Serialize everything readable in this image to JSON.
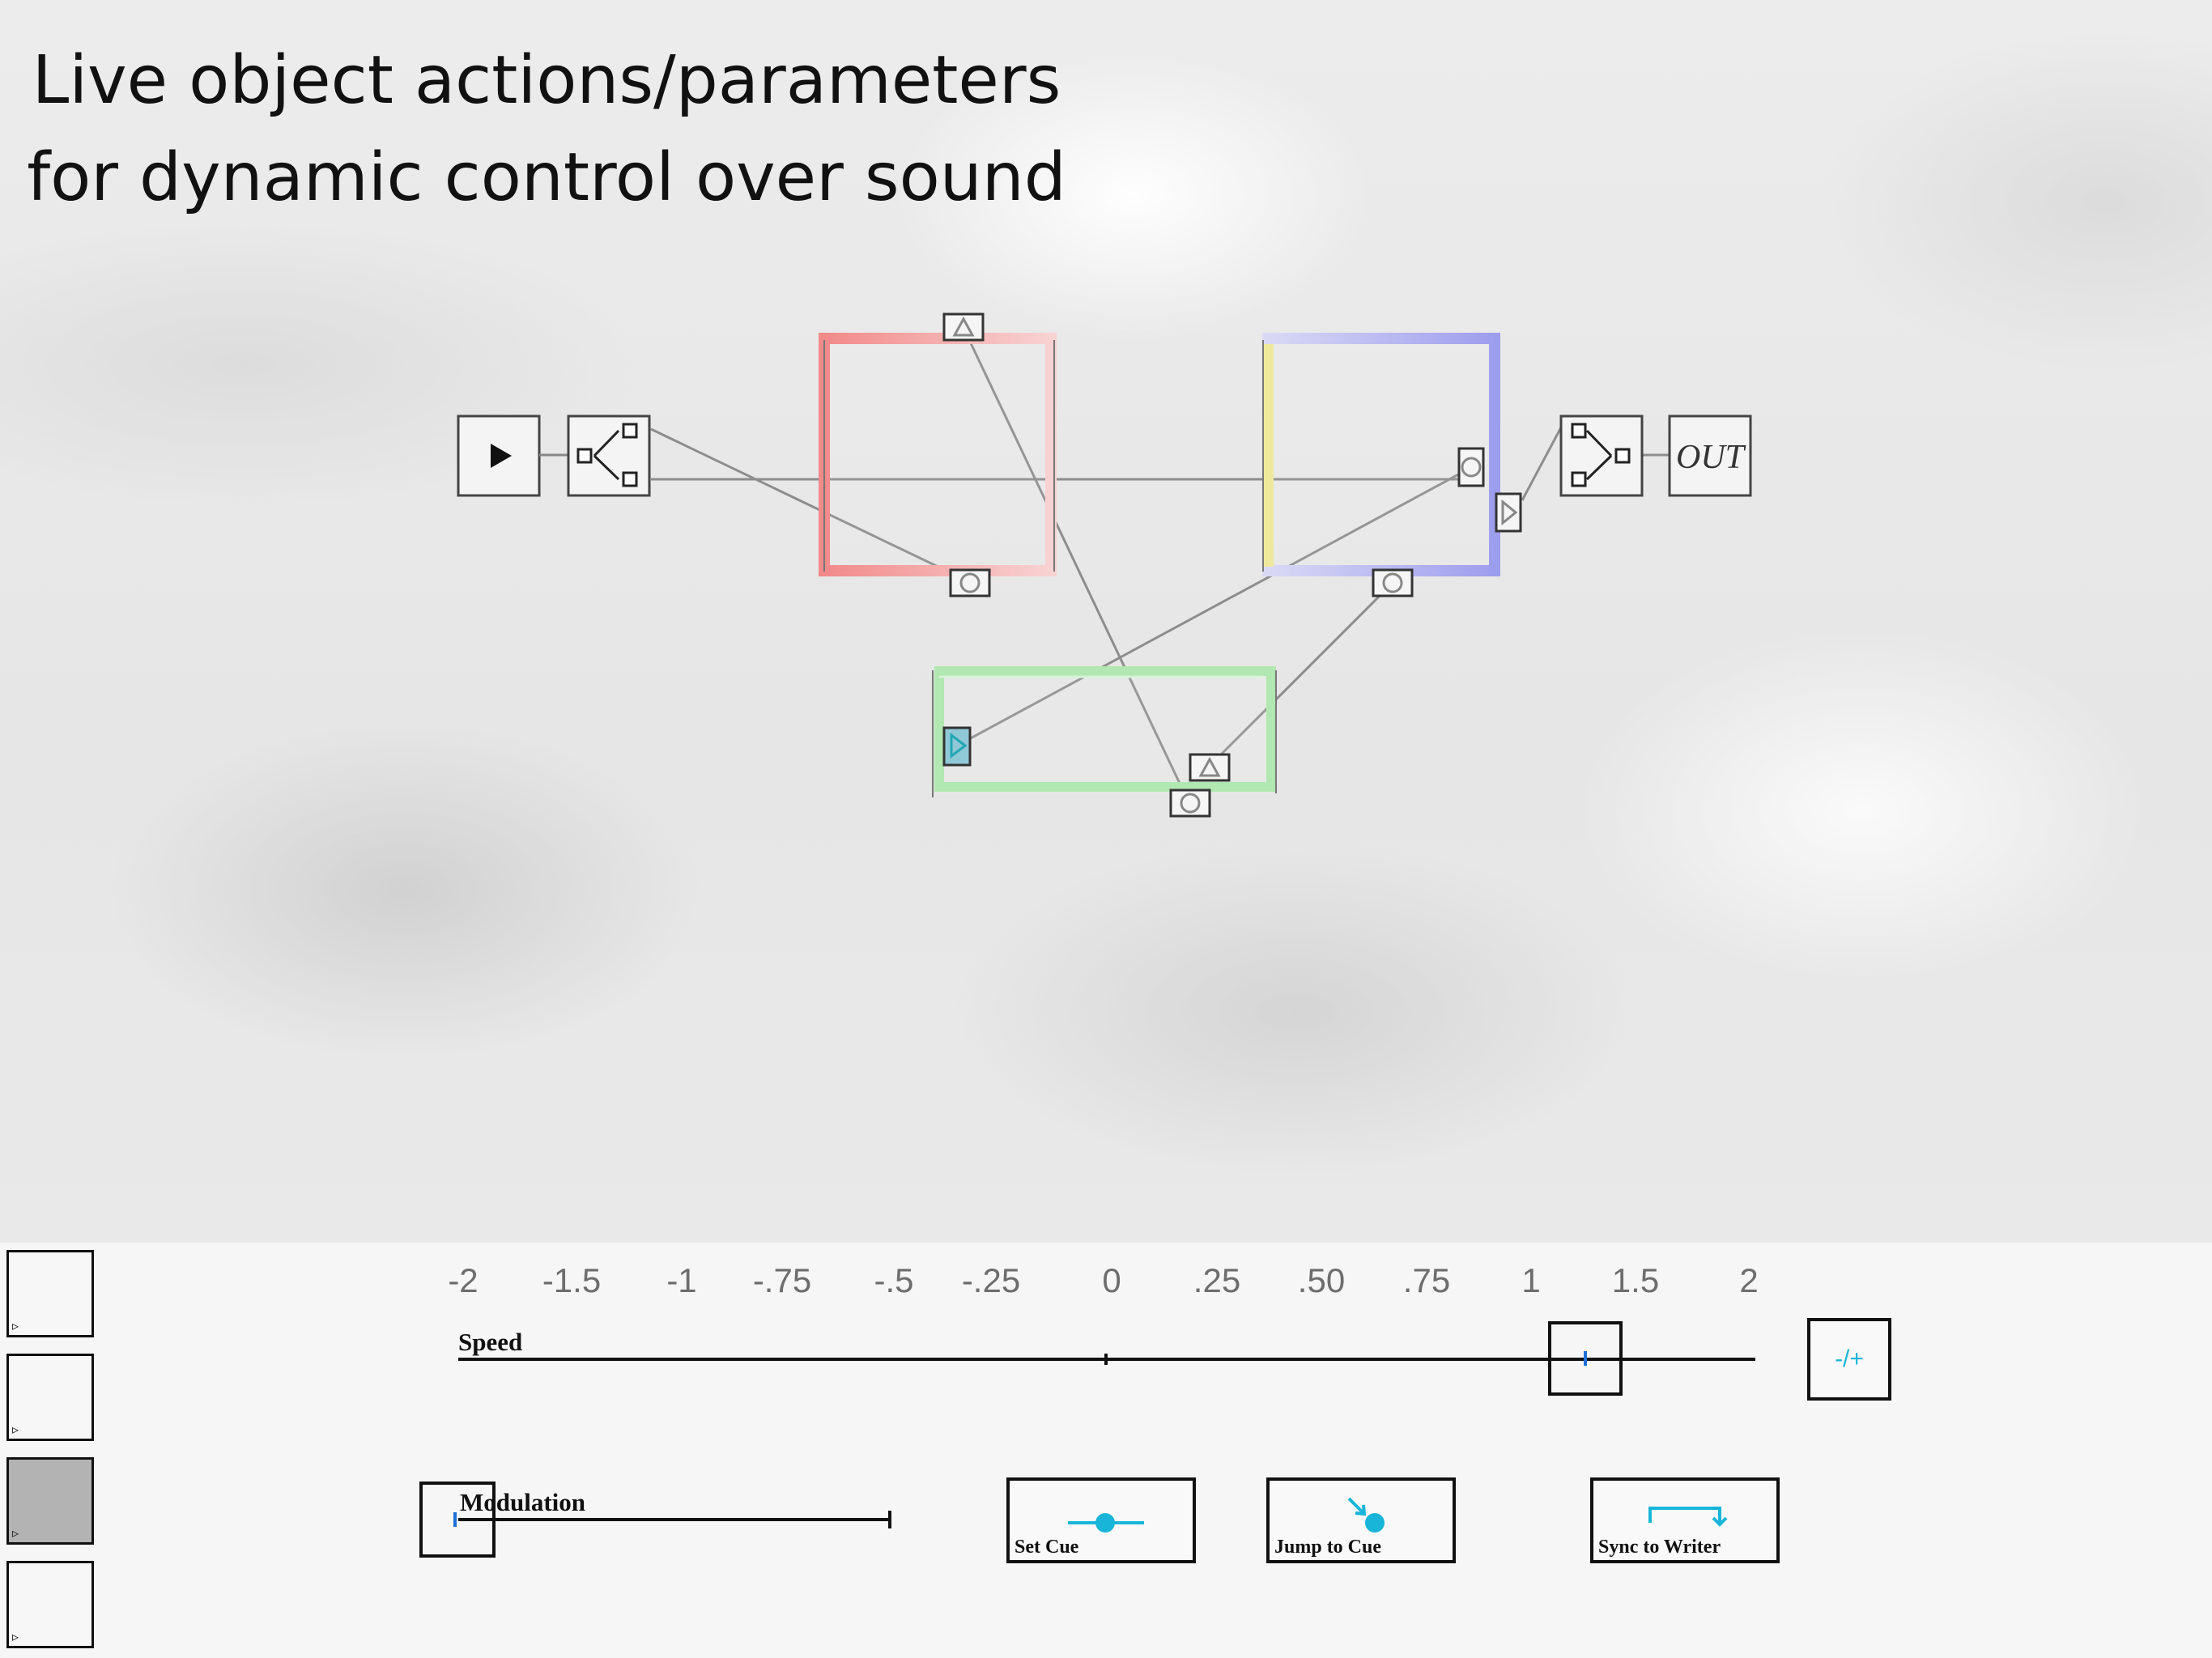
{
  "headline": {
    "line1": "Live object actions/parameters",
    "line2": "for dynamic control over sound"
  },
  "patch": {
    "out_label": "OUT"
  },
  "speed_slider": {
    "label": "Speed",
    "ticks": [
      "-2",
      "-1.5",
      "-1",
      "-.75",
      "-.5",
      "-.25",
      "0",
      ".25",
      ".50",
      ".75",
      "1",
      "1.5",
      "2"
    ],
    "toggle_label": "-/+"
  },
  "modulation_slider": {
    "label": "Modulation"
  },
  "buttons": {
    "set_cue": "Set Cue",
    "jump_to_cue": "Jump to Cue",
    "sync_to_writer": "Sync to Writer"
  },
  "colors": {
    "accent_cyan": "#19b5d8",
    "handle_mark_blue": "#1e6fd6",
    "module_red": "#f2a0a0",
    "module_blue": "#a9a9f0",
    "module_yellow": "#efef9a",
    "module_green": "#a9e5a9"
  }
}
